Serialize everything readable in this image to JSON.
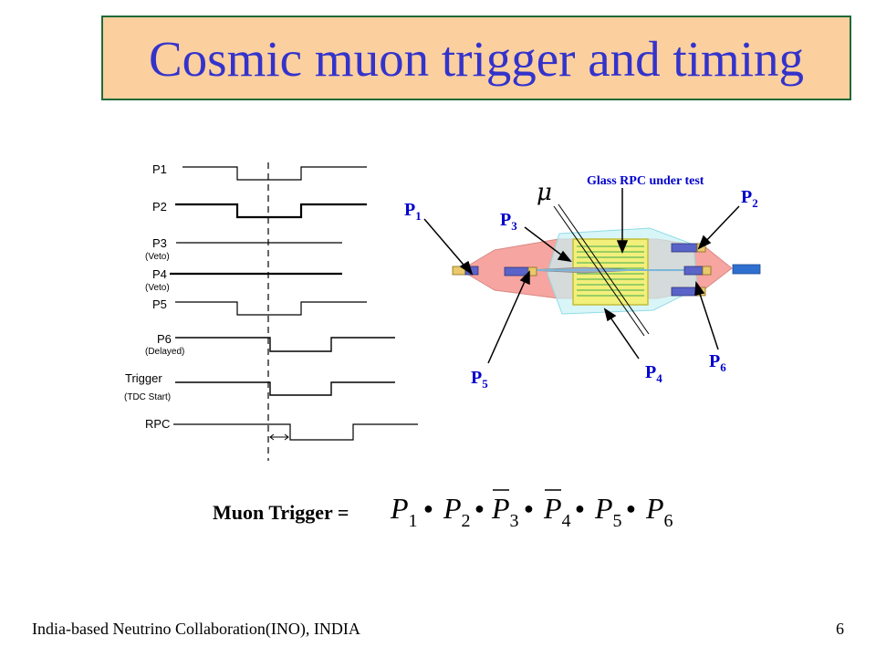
{
  "title": "Cosmic muon trigger and timing",
  "timing": {
    "signals": [
      {
        "label": "P1",
        "note": ""
      },
      {
        "label": "P2",
        "note": ""
      },
      {
        "label": "P3",
        "note": "(Veto)"
      },
      {
        "label": "P4",
        "note": "(Veto)"
      },
      {
        "label": "P5",
        "note": ""
      },
      {
        "label": "P6",
        "note": "(Delayed)"
      },
      {
        "label": "Trigger",
        "note": "(TDC Start)"
      },
      {
        "label": "RPC",
        "note": ""
      }
    ]
  },
  "setup": {
    "mu_symbol": "μ",
    "rpc_label": "Glass RPC under test",
    "paddles": [
      {
        "letter": "P",
        "sub": "1"
      },
      {
        "letter": "P",
        "sub": "2"
      },
      {
        "letter": "P",
        "sub": "3"
      },
      {
        "letter": "P",
        "sub": "4"
      },
      {
        "letter": "P",
        "sub": "5"
      },
      {
        "letter": "P",
        "sub": "6"
      }
    ],
    "colors": {
      "paddle_label": "#0000cc",
      "body": "#f6a5a0",
      "rpc_fill": "#f2ef7a",
      "rpc_stripes": "#3fae4e",
      "pmt": "#5a63c8"
    }
  },
  "formula": {
    "label": "Muon Trigger =",
    "terms": [
      {
        "letter": "P",
        "sub": "1",
        "bar": false
      },
      {
        "letter": "P",
        "sub": "2",
        "bar": false
      },
      {
        "letter": "P",
        "sub": "3",
        "bar": true
      },
      {
        "letter": "P",
        "sub": "4",
        "bar": true
      },
      {
        "letter": "P",
        "sub": "5",
        "bar": false
      },
      {
        "letter": "P",
        "sub": "6",
        "bar": false
      }
    ],
    "operator": "●"
  },
  "footer": {
    "left": "India-based Neutrino Collaboration(INO), INDIA",
    "page": "6"
  }
}
